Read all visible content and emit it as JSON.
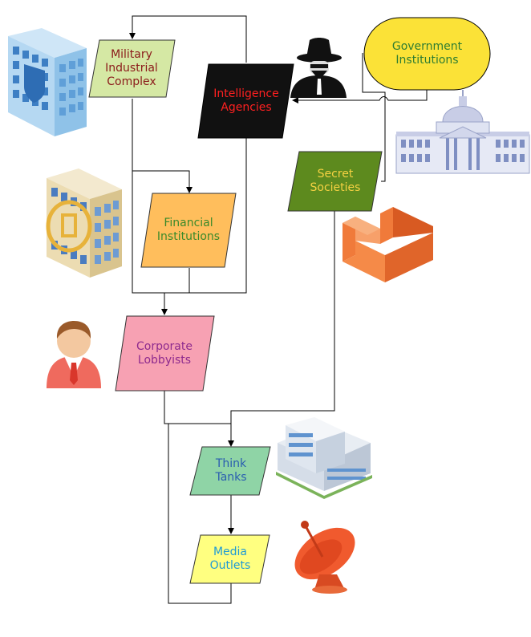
{
  "nodes": {
    "military": {
      "label": "Military\nIndustrial\nComplex",
      "fill": "#d5e8a4",
      "text_color": "#8b1a1a"
    },
    "intelligence": {
      "label": "Intelligence\nAgencies",
      "fill": "#111111",
      "text_color": "#ff2020"
    },
    "government": {
      "label": "Government\nInstitutions",
      "fill": "#fbe237",
      "text_color": "#2e7d32"
    },
    "secret": {
      "label": "Secret\nSocieties",
      "fill": "#5d8a1e",
      "text_color": "#f5d142"
    },
    "financial": {
      "label": "Financial\nInstitutions",
      "fill": "#ffbe5c",
      "text_color": "#3a8a2a"
    },
    "lobbyists": {
      "label": "Corporate\nLobbyists",
      "fill": "#f7a1b3",
      "text_color": "#8e2a8e"
    },
    "think_tanks": {
      "label": "Think\nTanks",
      "fill": "#8fd4a6",
      "text_color": "#2a5db0"
    },
    "media": {
      "label": "Media\nOutlets",
      "fill": "#ffff80",
      "text_color": "#1e9ad6"
    }
  },
  "icons": [
    "office-building",
    "spy",
    "capitol-building",
    "bank-building",
    "brick-wall",
    "businessman",
    "office-complex",
    "satellite-dish"
  ]
}
